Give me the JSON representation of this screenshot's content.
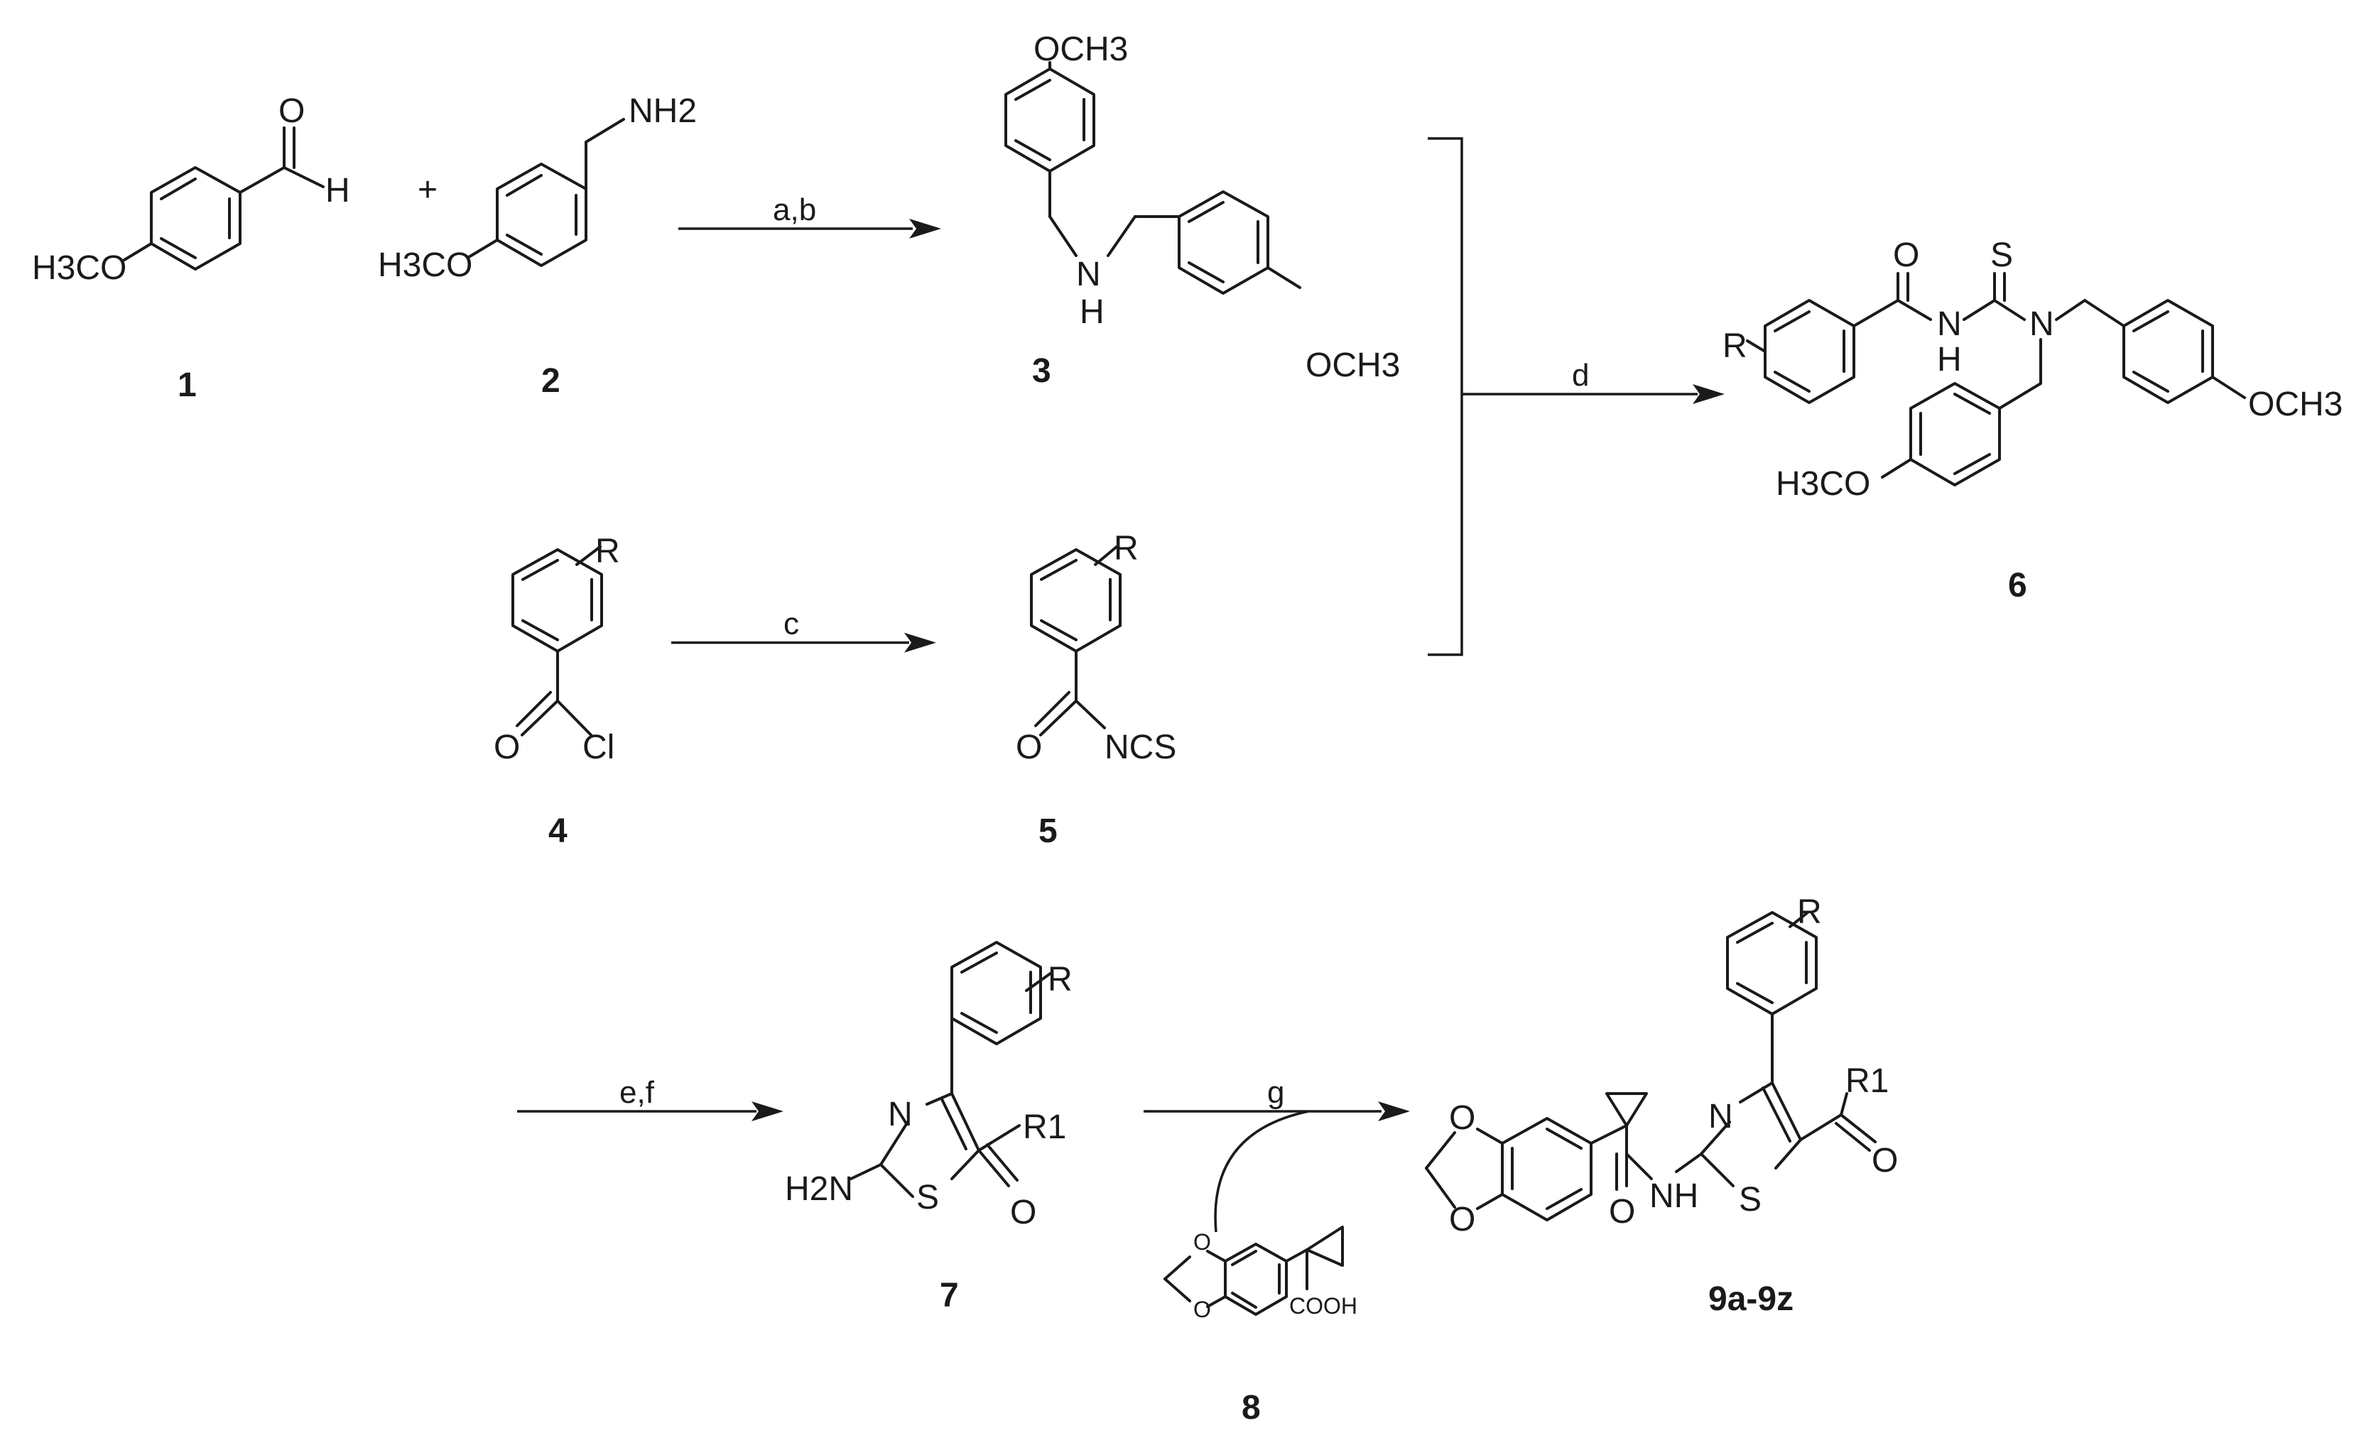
{
  "compounds": {
    "c1": {
      "number": "1",
      "substituent": "H3CO",
      "aldehyde_o": "O",
      "aldehyde_h": "H"
    },
    "c2": {
      "number": "2",
      "substituent": "H3CO",
      "amine": "NH2"
    },
    "c3": {
      "number": "3",
      "top_group": "OCH3",
      "nh": "H",
      "n": "N",
      "bottom_group": "OCH3"
    },
    "c4": {
      "number": "4",
      "r": "R",
      "o": "O",
      "cl": "Cl"
    },
    "c5": {
      "number": "5",
      "r": "R",
      "o": "O",
      "ncs": "NCS"
    },
    "c6": {
      "number": "6",
      "r": "R",
      "o": "O",
      "s": "S",
      "nh_n": "N",
      "nh_h": "H",
      "n": "N",
      "right_group": "OCH3",
      "left_group": "H3CO"
    },
    "c7": {
      "number": "7",
      "r": "R",
      "n": "N",
      "s": "S",
      "amine": "H2N",
      "r1": "R1",
      "o": "O"
    },
    "c8": {
      "number": "8",
      "o_top": "O",
      "o_bottom": "O",
      "acid": "COOH"
    },
    "c9": {
      "number": "9a-9z",
      "r": "R",
      "r1": "R1",
      "o_ketone": "O",
      "n": "N",
      "s": "S",
      "o_amide": "O",
      "nh": "NH",
      "o_top": "O",
      "o_bottom": "O"
    }
  },
  "plus_sign": "+",
  "reagents": {
    "step_ab": "a,b",
    "step_c": "c",
    "step_d": "d",
    "step_ef": "e,f",
    "step_g": "g"
  }
}
